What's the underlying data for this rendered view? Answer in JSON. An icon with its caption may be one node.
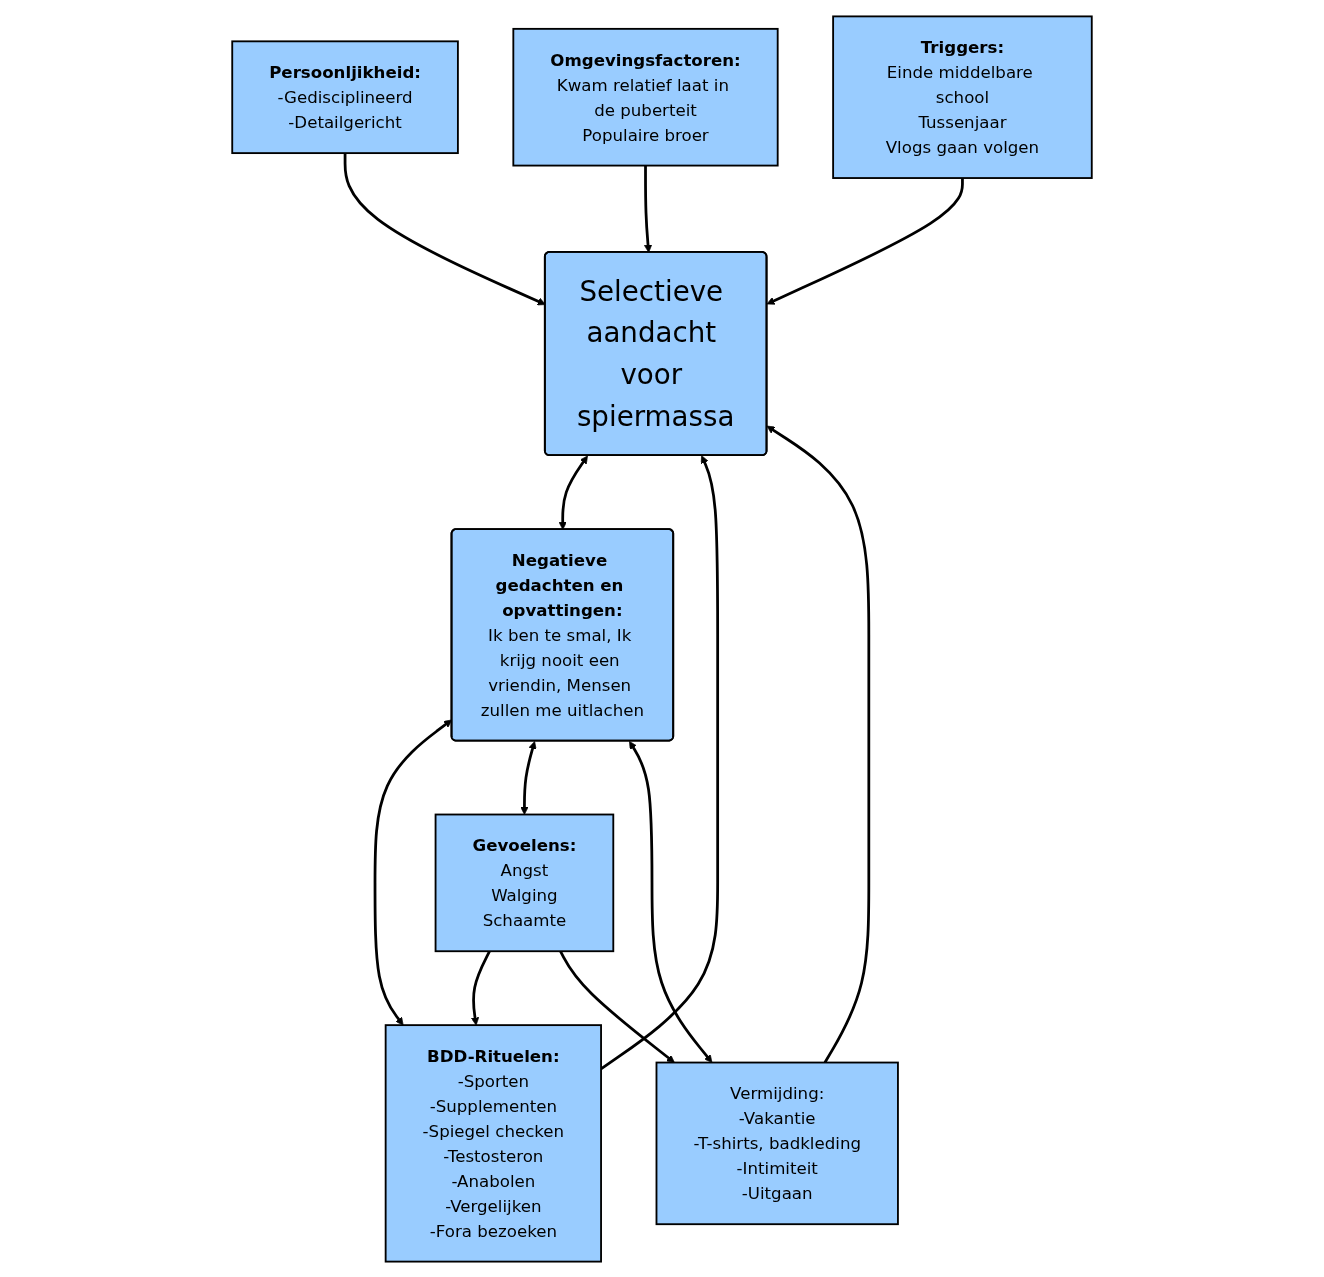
{
  "diagram": {
    "nodes": [
      {
        "text": [
          "Persoonljikheid:",
          "-Gedisciplineerd",
          "-Detailgericht"
        ]
      },
      {
        "text": [
          "Omgevingsfactoren:",
          "Kwam relatief laat in de puberteit",
          "Populaire broer"
        ]
      },
      {
        "text": [
          "Triggers:",
          "Einde middelbare school",
          "Tussenjaar",
          "Vlogs gaan volgen"
        ]
      },
      {
        "text": [
          "Selectieve aandacht voor spiermassa"
        ]
      },
      {
        "text": [
          "Negatieve gedachten en opvattingen:",
          "Ik ben te smal, Ik krijg nooit een vriendin, Mensen zullen me uitlachen"
        ]
      },
      {
        "text": [
          "BDD-Rituelen:",
          "-Sporten",
          "-Supplementen",
          "-Spiegel checken",
          "-Testosteron",
          "-Anabolen",
          "-Vergelijken",
          "-Fora bezoeken"
        ]
      },
      {
        "text": [
          "Gevoelens:",
          "Angst",
          "Walging",
          "Schaamte"
        ]
      },
      {
        "text": [
          "Vermijding:",
          "-Vakantie",
          "-T-shirts, badkleding",
          "-Intimiteit",
          "-Uitgaan"
        ]
      }
    ],
    "edges": [
      {
        "from": 0,
        "to": 3,
        "arrow": "to"
      },
      {
        "from": 1,
        "to": 3,
        "arrow": "to"
      },
      {
        "from": 2,
        "to": 3,
        "arrow": "to"
      },
      {
        "from": 3,
        "to": 4,
        "arrow": "both"
      },
      {
        "from": 4,
        "to": 5,
        "arrow": "both"
      },
      {
        "from": 4,
        "to": 6,
        "arrow": "both"
      },
      {
        "from": 4,
        "to": 7,
        "arrow": "both"
      },
      {
        "from": 6,
        "to": 5,
        "arrow": "to"
      },
      {
        "from": 6,
        "to": 7,
        "arrow": "to"
      },
      {
        "from": 5,
        "to": 3,
        "arrow": "to"
      },
      {
        "from": 7,
        "to": 3,
        "arrow": "to"
      }
    ]
  }
}
